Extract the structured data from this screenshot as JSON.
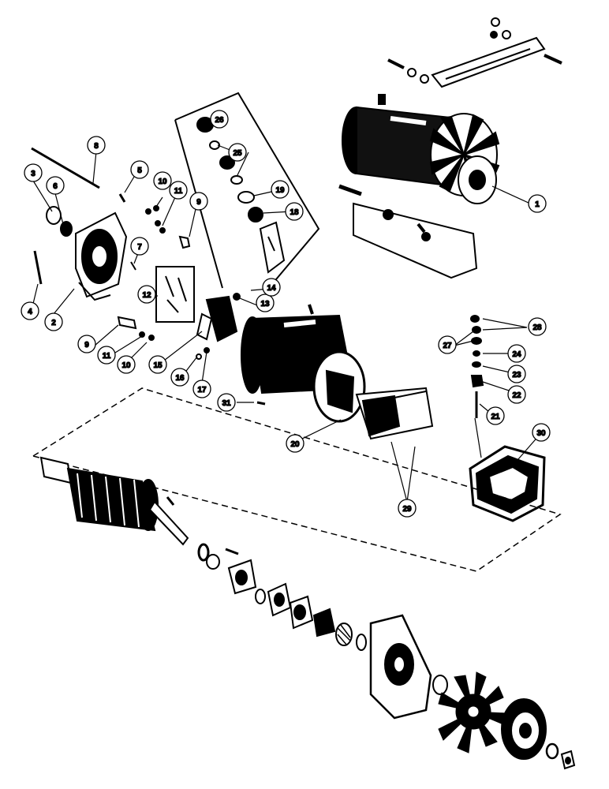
{
  "callouts": [
    {
      "id": "c1",
      "label": "1"
    },
    {
      "id": "c2",
      "label": "2"
    },
    {
      "id": "c3",
      "label": "3"
    },
    {
      "id": "c4",
      "label": "4"
    },
    {
      "id": "c5",
      "label": "5"
    },
    {
      "id": "c6",
      "label": "6"
    },
    {
      "id": "c7",
      "label": "7"
    },
    {
      "id": "c8",
      "label": "8"
    },
    {
      "id": "c9a",
      "label": "9"
    },
    {
      "id": "c9b",
      "label": "9"
    },
    {
      "id": "c10a",
      "label": "10"
    },
    {
      "id": "c10b",
      "label": "10"
    },
    {
      "id": "c11a",
      "label": "11"
    },
    {
      "id": "c11b",
      "label": "11"
    },
    {
      "id": "c12",
      "label": "12"
    },
    {
      "id": "c13",
      "label": "13"
    },
    {
      "id": "c14",
      "label": "14"
    },
    {
      "id": "c15",
      "label": "15"
    },
    {
      "id": "c16",
      "label": "16"
    },
    {
      "id": "c17",
      "label": "17"
    },
    {
      "id": "c18",
      "label": "18"
    },
    {
      "id": "c19",
      "label": "19"
    },
    {
      "id": "c20",
      "label": "20"
    },
    {
      "id": "c21",
      "label": "21"
    },
    {
      "id": "c22",
      "label": "22"
    },
    {
      "id": "c23",
      "label": "23"
    },
    {
      "id": "c24",
      "label": "24"
    },
    {
      "id": "c25",
      "label": "25"
    },
    {
      "id": "c26",
      "label": "26"
    },
    {
      "id": "c27",
      "label": "27"
    },
    {
      "id": "c28",
      "label": "28"
    },
    {
      "id": "c29",
      "label": "29"
    },
    {
      "id": "c30",
      "label": "30"
    },
    {
      "id": "c31",
      "label": "31"
    }
  ],
  "colors": {
    "ink": "#000000",
    "paper": "#ffffff"
  }
}
